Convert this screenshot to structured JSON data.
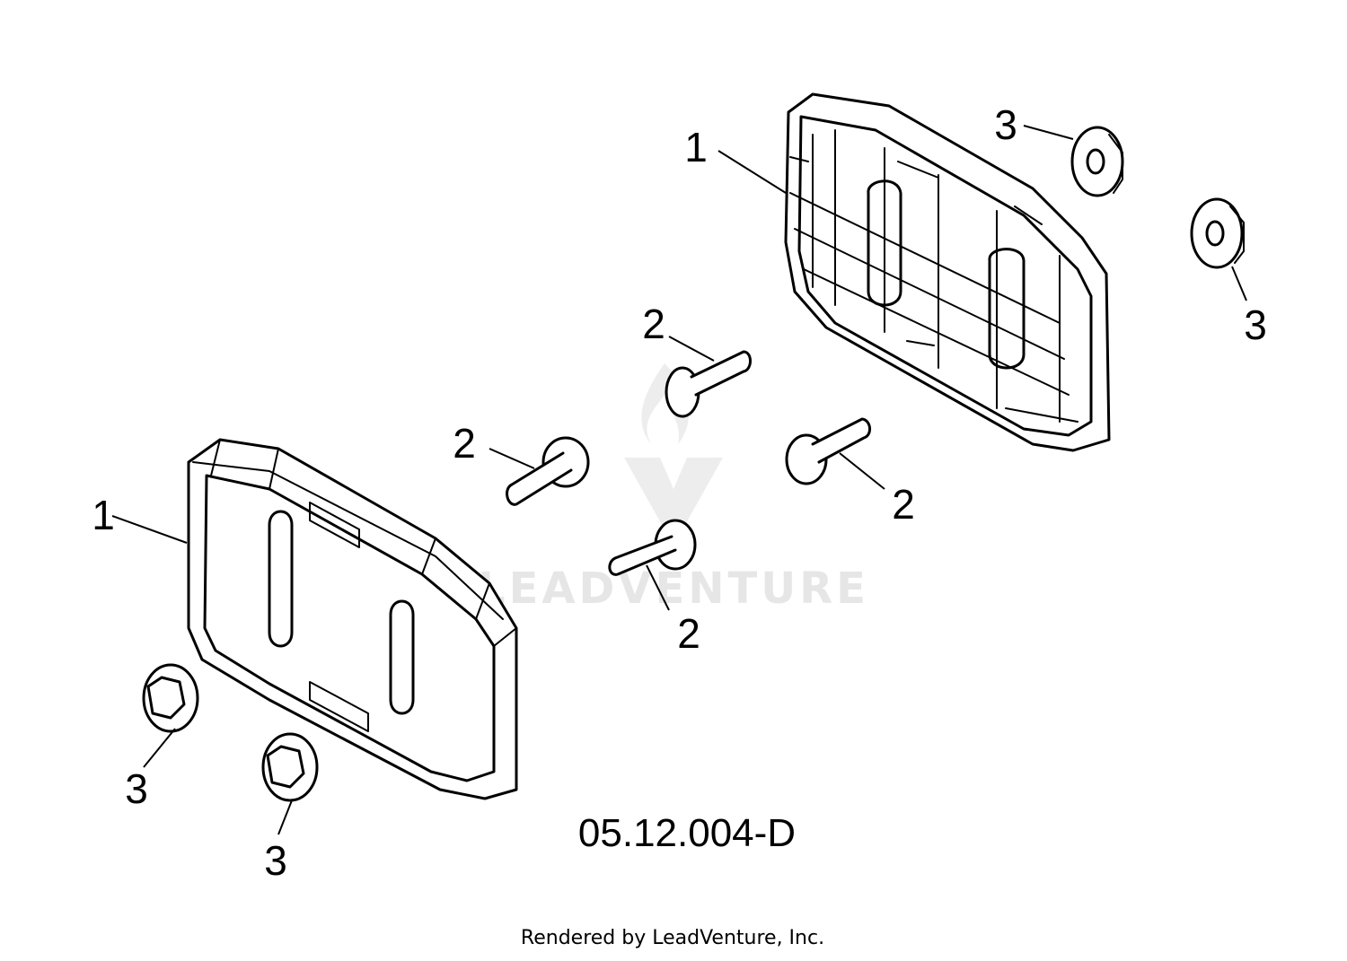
{
  "callouts": {
    "skid_shoe_top": "1",
    "skid_shoe_bottom": "1",
    "bolt_top_left": "2",
    "bolt_middle_top": "2",
    "bolt_middle_bottom": "2",
    "bolt_right": "2",
    "nut_top": "3",
    "nut_right": "3",
    "nut_bottom_left": "3",
    "nut_bottom_middle": "3"
  },
  "diagram_code": "05.12.004-D",
  "credit": "Rendered by LeadVenture, Inc.",
  "watermark": "LEADVENTURE"
}
